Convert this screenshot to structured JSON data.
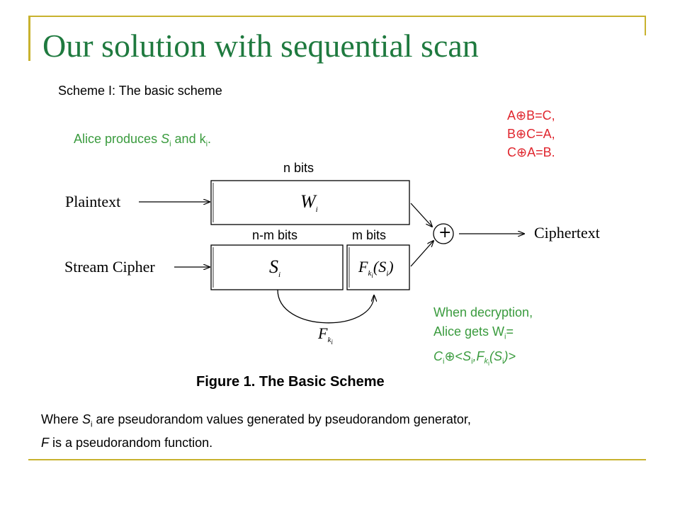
{
  "title": "Our solution with sequential scan",
  "subtitle": "Scheme I: The basic scheme",
  "alice_note": {
    "prefix": "Alice produces ",
    "s": "S",
    "s_sub": "i",
    "mid": " and k",
    "k_sub": "i",
    "suffix": "."
  },
  "xor_rules": [
    "A⊕B=C,",
    "B⊕C=A,",
    "C⊕A=B."
  ],
  "diagram": {
    "plaintext_label": "Plaintext",
    "stream_cipher_label": "Stream Cipher",
    "ciphertext_label": "Ciphertext",
    "n_bits": "n bits",
    "nm_bits": "n-m bits",
    "m_bits": "m bits",
    "w_main": "W",
    "w_sub": "i",
    "s_main": "S",
    "s_sub": "i",
    "f_main": "F",
    "f_k": "k",
    "f_ksub": "i",
    "f_arg_s": "S",
    "f_arg_sub": "i",
    "xor_symbol": "+",
    "caption": "Figure 1. The Basic Scheme"
  },
  "decryption": {
    "line1": "When decryption,",
    "line2_prefix": "Alice gets W",
    "line2_sub": "i",
    "line2_suffix": "=",
    "line3_c": "C",
    "line3_csub": "i",
    "line3_xor": "⊕<",
    "line3_s": "S",
    "line3_ssub": "i",
    "line3_comma": ",F",
    "line3_k": "k",
    "line3_ksub": "i",
    "line3_paren": "(S",
    "line3_psub": "i",
    "line3_end": ")>"
  },
  "footnote": {
    "prefix": "Where ",
    "s": "S",
    "s_sub": "i",
    "rest": " are pseudorandom values generated by pseudorandom generator,",
    "line2_f": "F",
    "line2_rest": " is a pseudorandom function."
  }
}
